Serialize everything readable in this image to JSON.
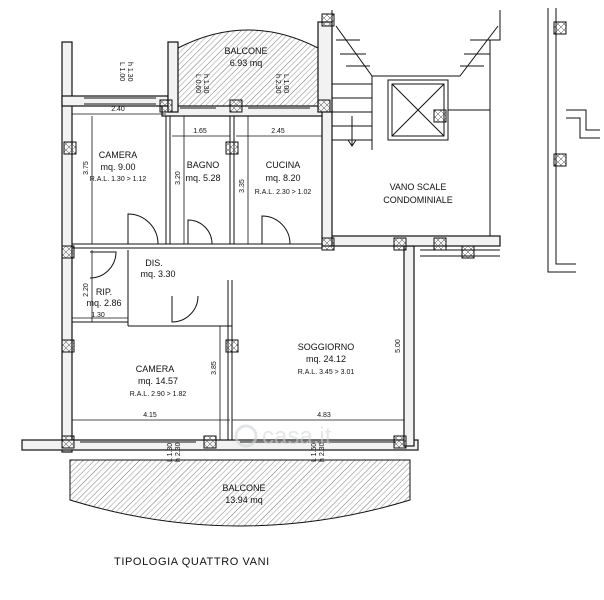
{
  "caption": "TIPOLOGIA QUATTRO VANI",
  "watermark": "casa.it",
  "rooms": {
    "camera_top": {
      "name": "CAMERA",
      "area": "mq. 9.00",
      "ral": "R.A.L. 1.30 > 1.12"
    },
    "bagno": {
      "name": "BAGNO",
      "area": "mq. 5.28"
    },
    "cucina": {
      "name": "CUCINA",
      "area": "mq. 8.20",
      "ral": "R.A.L. 2.30 > 1.02"
    },
    "dis": {
      "name": "DIS.",
      "area": "mq. 3.30"
    },
    "rip": {
      "name": "RIP.",
      "area": "mq. 2.86"
    },
    "camera_bottom": {
      "name": "CAMERA",
      "area": "mq. 14.57",
      "ral": "R.A.L. 2.90 > 1.82"
    },
    "soggiorno": {
      "name": "SOGGIORNO",
      "area": "mq. 24.12",
      "ral": "R.A.L. 3.45 > 3.01"
    },
    "balcone_top": {
      "name": "BALCONE",
      "area": "6.93 mq"
    },
    "balcone_bottom": {
      "name": "BALCONE",
      "area": "13.94 mq"
    },
    "vano_scale": {
      "line1": "VANO SCALE",
      "line2": "CONDOMINIALE"
    }
  },
  "dimensions": {
    "d240": "2.40",
    "d165": "1.65",
    "d245": "2.45",
    "d375": "3.75",
    "d320": "3.20",
    "d335": "3.35",
    "d220": "2.20",
    "d130": "1.30",
    "d385": "3.85",
    "d500": "5.00",
    "d415": "4.15",
    "d483": "4.83"
  },
  "openings": {
    "o1_l": "L 1.00",
    "o1_h": "h 1.30",
    "o2_l": "L 0.60",
    "o2_h": "h 1.30",
    "o3_l": "L 1.00",
    "o3_h": "h 2.30",
    "o4_l": "L 1.30",
    "o4_h": "h 2.30",
    "o5_l": "L 1.50",
    "o5_h": "h 2.30"
  }
}
